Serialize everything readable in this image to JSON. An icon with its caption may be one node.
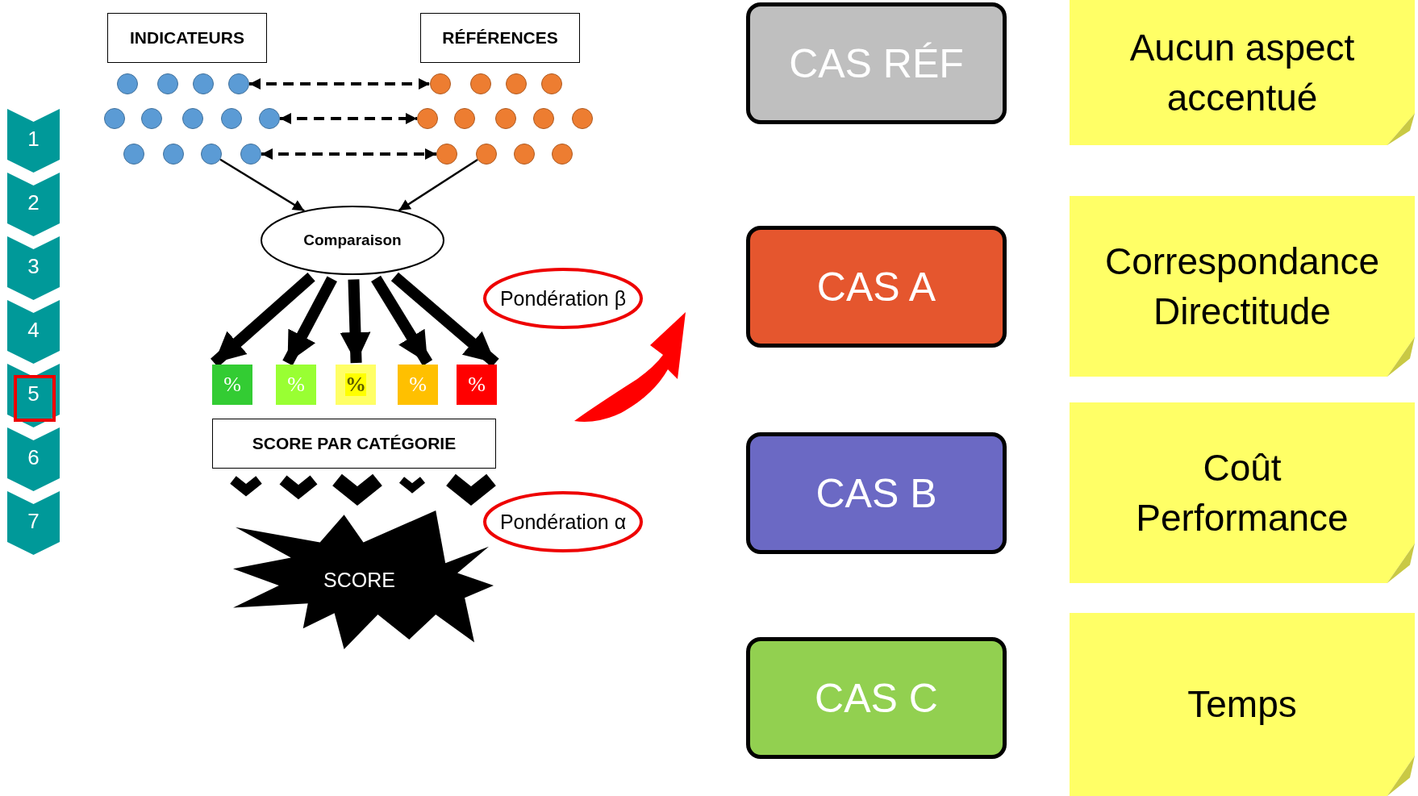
{
  "diagram": {
    "nodes": [
      {
        "text": [
          "1"
        ]
      },
      {
        "text": [
          "2"
        ]
      },
      {
        "text": [
          "3"
        ]
      },
      {
        "text": [
          "4"
        ]
      },
      {
        "text": [
          "5"
        ]
      },
      {
        "text": [
          "6"
        ]
      },
      {
        "text": [
          "7"
        ]
      },
      {
        "text": [
          "INDICATEURS"
        ]
      },
      {
        "text": [
          "RÉFÉRENCES"
        ]
      },
      {
        "text": [],
        "shape": "circle"
      },
      {
        "text": [],
        "shape": "circle"
      },
      {
        "text": [],
        "shape": "circle"
      },
      {
        "text": [],
        "shape": "circle"
      },
      {
        "text": [],
        "shape": "circle"
      },
      {
        "text": [],
        "shape": "circle"
      },
      {
        "text": [],
        "shape": "circle"
      },
      {
        "text": [],
        "shape": "circle"
      },
      {
        "text": [],
        "shape": "circle"
      },
      {
        "text": [],
        "shape": "circle"
      },
      {
        "text": [],
        "shape": "circle"
      },
      {
        "text": [],
        "shape": "circle"
      },
      {
        "text": [],
        "shape": "circle"
      },
      {
        "text": [],
        "shape": "circle"
      },
      {
        "text": [],
        "shape": "circle"
      },
      {
        "text": [],
        "shape": "circle"
      },
      {
        "text": [],
        "shape": "circle"
      },
      {
        "text": [],
        "shape": "circle"
      },
      {
        "text": [],
        "shape": "circle"
      },
      {
        "text": [],
        "shape": "circle"
      },
      {
        "text": [],
        "shape": "circle"
      },
      {
        "text": [],
        "shape": "circle"
      },
      {
        "text": [],
        "shape": "circle"
      },
      {
        "text": [],
        "shape": "circle"
      },
      {
        "text": [],
        "shape": "circle"
      },
      {
        "text": [],
        "shape": "circle"
      },
      {
        "text": [
          "Comparaison"
        ]
      },
      {
        "text": [
          "Pondération β"
        ]
      },
      {
        "text": [
          "%"
        ]
      },
      {
        "text": [
          "%"
        ]
      },
      {
        "text": [
          "%"
        ]
      },
      {
        "text": [
          "%"
        ]
      },
      {
        "text": [
          "%"
        ]
      },
      {
        "text": [
          "SCORE PAR CATÉGORIE"
        ]
      },
      {
        "text": [
          "Pondération α"
        ]
      },
      {
        "text": [
          "SCORE"
        ]
      },
      {
        "text": [
          "CAS RÉF"
        ]
      },
      {
        "text": [
          "CAS A"
        ]
      },
      {
        "text": [
          "CAS B"
        ]
      },
      {
        "text": [
          "CAS C"
        ]
      },
      {
        "text": [
          "Aucun aspect accentué"
        ]
      },
      {
        "text": [
          "Correspondance Directitude"
        ]
      },
      {
        "text": [
          "Coût Performance"
        ]
      },
      {
        "text": [
          "Temps"
        ]
      }
    ],
    "edges": [
      {
        "from": 12,
        "to": 22,
        "arrow": "both",
        "style": "dashed"
      },
      {
        "from": 17,
        "to": 26,
        "arrow": "both",
        "style": "dashed"
      },
      {
        "from": 21,
        "to": 31,
        "arrow": "both",
        "style": "dashed"
      },
      {
        "from": 20,
        "to": 35,
        "arrow": "to"
      },
      {
        "from": 32,
        "to": 35,
        "arrow": "to"
      },
      {
        "from": 35,
        "to": 37,
        "arrow": "to"
      },
      {
        "from": 35,
        "to": 38,
        "arrow": "to"
      },
      {
        "from": 35,
        "to": 39,
        "arrow": "to"
      },
      {
        "from": 35,
        "to": 40,
        "arrow": "to"
      },
      {
        "from": 35,
        "to": 41,
        "arrow": "to"
      },
      {
        "from": 42,
        "to": 44,
        "arrow": "to"
      },
      {
        "from": 42,
        "to": 44,
        "arrow": "to"
      },
      {
        "from": 42,
        "to": 44,
        "arrow": "to"
      },
      {
        "from": 42,
        "to": 44,
        "arrow": "to"
      },
      {
        "from": 42,
        "to": 44,
        "arrow": "to"
      }
    ]
  }
}
